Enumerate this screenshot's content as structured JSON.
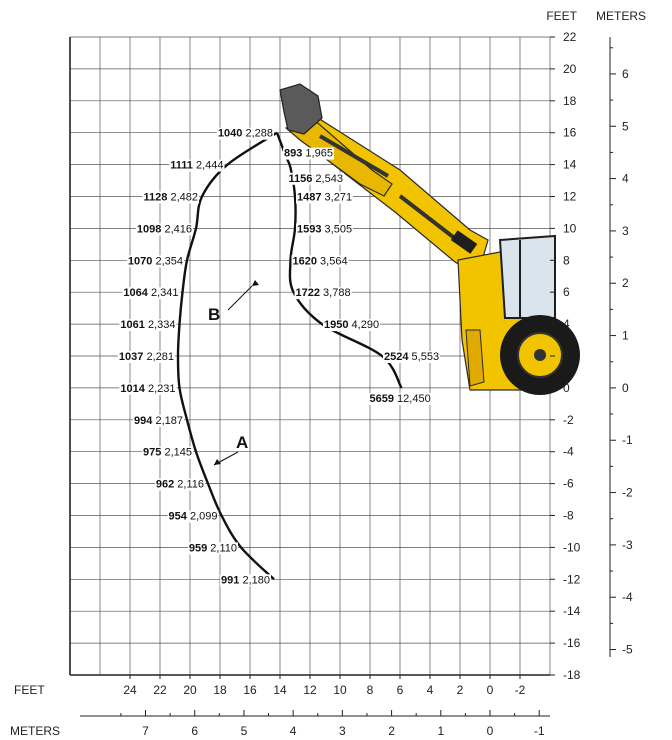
{
  "chart_data": {
    "type": "line",
    "units": {
      "y_top": "FEET",
      "y_right": "METERS",
      "x_bottom": "FEET",
      "x_meters": "METERS"
    },
    "xlim_ft": [
      -4,
      28
    ],
    "ylim_ft": [
      -18,
      22
    ],
    "grid": true,
    "x_ticks_ft": [
      "24",
      "22",
      "20",
      "18",
      "16",
      "14",
      "12",
      "10",
      "8",
      "6",
      "4",
      "2",
      "0",
      "-2"
    ],
    "x_ticks_m": [
      "7",
      "6",
      "5",
      "4",
      "3",
      "2",
      "1",
      "0",
      "-1"
    ],
    "y_ticks_ft": [
      "22",
      "20",
      "18",
      "16",
      "14",
      "12",
      "10",
      "8",
      "6",
      "4",
      "2",
      "0",
      "-2",
      "-4",
      "-6",
      "-8",
      "-10",
      "-12",
      "-14",
      "-16",
      "-18"
    ],
    "y_ticks_m": [
      "6",
      "5",
      "4",
      "3",
      "2",
      "1",
      "0",
      "-1",
      "-2",
      "-3",
      "-4",
      "-5"
    ],
    "series": [
      {
        "name": "A",
        "points": [
          {
            "x": 14.2,
            "y": 16,
            "v1": "1040",
            "v2": "2,288"
          },
          {
            "x": 17.5,
            "y": 14,
            "v1": "1111",
            "v2": "2,444"
          },
          {
            "x": 19.2,
            "y": 12,
            "v1": "1128",
            "v2": "2,482"
          },
          {
            "x": 19.6,
            "y": 10,
            "v1": "1098",
            "v2": "2,416"
          },
          {
            "x": 20.2,
            "y": 8,
            "v1": "1070",
            "v2": "2,354"
          },
          {
            "x": 20.5,
            "y": 6,
            "v1": "1064",
            "v2": "2,341"
          },
          {
            "x": 20.7,
            "y": 4,
            "v1": "1061",
            "v2": "2,334"
          },
          {
            "x": 20.8,
            "y": 2,
            "v1": "1037",
            "v2": "2,281"
          },
          {
            "x": 20.7,
            "y": 0,
            "v1": "1014",
            "v2": "2,231"
          },
          {
            "x": 20.2,
            "y": -2,
            "v1": "994",
            "v2": "2,187"
          },
          {
            "x": 19.6,
            "y": -4,
            "v1": "975",
            "v2": "2,145"
          },
          {
            "x": 18.8,
            "y": -6,
            "v1": "962",
            "v2": "2,116"
          },
          {
            "x": 17.9,
            "y": -8,
            "v1": "954",
            "v2": "2,099"
          },
          {
            "x": 16.6,
            "y": -10,
            "v1": "959",
            "v2": "2,110"
          },
          {
            "x": 14.4,
            "y": -12,
            "v1": "991",
            "v2": "2,180"
          }
        ]
      },
      {
        "name": "B",
        "points": [
          {
            "x": 14.2,
            "y": 16,
            "v1": "",
            "v2": ""
          },
          {
            "x": 13.6,
            "y": 14.5,
            "v1": "893",
            "v2": "1,965"
          },
          {
            "x": 13.3,
            "y": 13.8,
            "v1": "1156",
            "v2": "2,543"
          },
          {
            "x": 13.0,
            "y": 12,
            "v1": "1487",
            "v2": "3,271"
          },
          {
            "x": 13.0,
            "y": 10,
            "v1": "1593",
            "v2": "3,505"
          },
          {
            "x": 13.3,
            "y": 8,
            "v1": "1620",
            "v2": "3,564"
          },
          {
            "x": 13.1,
            "y": 6,
            "v1": "1722",
            "v2": "3,788"
          },
          {
            "x": 11.2,
            "y": 4,
            "v1": "1950",
            "v2": "4,290"
          },
          {
            "x": 7.2,
            "y": 2,
            "v1": "2524",
            "v2": "5,553"
          },
          {
            "x": 5.9,
            "y": 0,
            "v1": "5659",
            "v2": "12,450"
          }
        ]
      }
    ],
    "curve_labels": [
      "A",
      "B"
    ],
    "colors": {
      "grid": "#555555",
      "curve": "#111111",
      "machine_yellow": "#f2c400",
      "machine_dark": "#1e1e1e"
    }
  }
}
